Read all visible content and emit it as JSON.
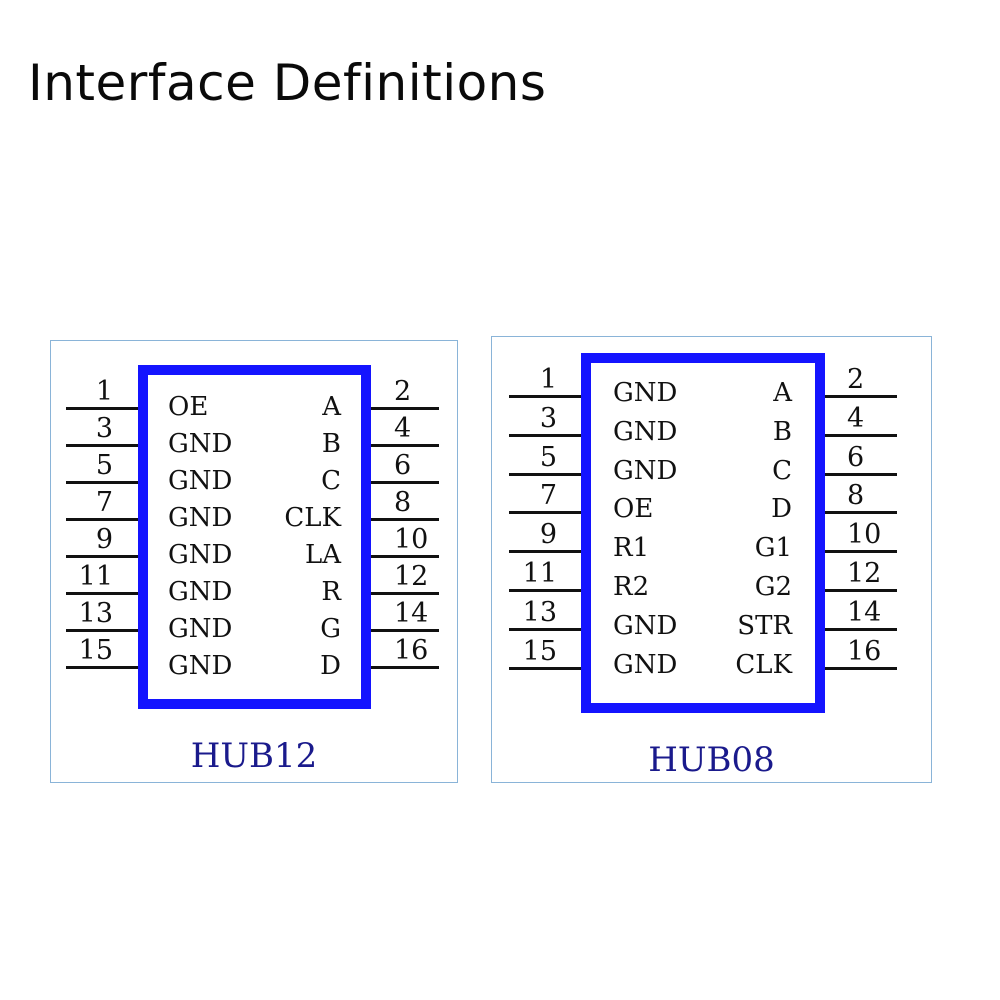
{
  "title": "Interface Definitions",
  "connectors": [
    {
      "name": "HUB12",
      "left_pins": [
        {
          "num": "1",
          "signal": "OE"
        },
        {
          "num": "3",
          "signal": "GND"
        },
        {
          "num": "5",
          "signal": "GND"
        },
        {
          "num": "7",
          "signal": "GND"
        },
        {
          "num": "9",
          "signal": "GND"
        },
        {
          "num": "11",
          "signal": "GND"
        },
        {
          "num": "13",
          "signal": "GND"
        },
        {
          "num": "15",
          "signal": "GND"
        }
      ],
      "right_pins": [
        {
          "num": "2",
          "signal": "A"
        },
        {
          "num": "4",
          "signal": "B"
        },
        {
          "num": "6",
          "signal": "C"
        },
        {
          "num": "8",
          "signal": "CLK"
        },
        {
          "num": "10",
          "signal": "LA"
        },
        {
          "num": "12",
          "signal": "R"
        },
        {
          "num": "14",
          "signal": "G"
        },
        {
          "num": "16",
          "signal": "D"
        }
      ]
    },
    {
      "name": "HUB08",
      "left_pins": [
        {
          "num": "1",
          "signal": "GND"
        },
        {
          "num": "3",
          "signal": "GND"
        },
        {
          "num": "5",
          "signal": "GND"
        },
        {
          "num": "7",
          "signal": "OE"
        },
        {
          "num": "9",
          "signal": "R1"
        },
        {
          "num": "11",
          "signal": "R2"
        },
        {
          "num": "13",
          "signal": "GND"
        },
        {
          "num": "15",
          "signal": "GND"
        }
      ],
      "right_pins": [
        {
          "num": "2",
          "signal": "A"
        },
        {
          "num": "4",
          "signal": "B"
        },
        {
          "num": "6",
          "signal": "C"
        },
        {
          "num": "8",
          "signal": "D"
        },
        {
          "num": "10",
          "signal": "G1"
        },
        {
          "num": "12",
          "signal": "G2"
        },
        {
          "num": "14",
          "signal": "STR"
        },
        {
          "num": "16",
          "signal": "CLK"
        }
      ]
    }
  ],
  "colors": {
    "chip_border": "#1414ff",
    "panel_border": "#8ab4d8",
    "model_label": "#1a1a8c"
  }
}
